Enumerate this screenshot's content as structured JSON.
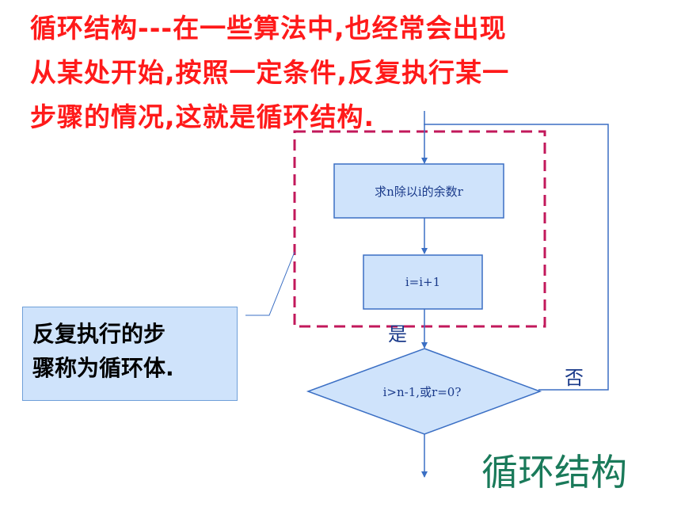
{
  "title": {
    "line1": "循环结构---在一些算法中,也经常会出现",
    "line2": "从某处开始,按照一定条件,反复执行某一",
    "line3": "步骤的情况,这就是循环结构."
  },
  "flowchart": {
    "process1": "求n除以i的余数r",
    "process2": "i=i+1",
    "decision": "i>n-1,或r=0?",
    "yes_label": "是",
    "no_label": "否"
  },
  "callout": {
    "line1": "反复执行的步",
    "line2": "骤称为循环体."
  },
  "caption": "循环结构",
  "colors": {
    "title": "#ff1a1a",
    "box_fill": "#cfe3fb",
    "box_stroke": "#3b6fc4",
    "loop_dashed": "#c2185b",
    "caption": "#1a7a5a"
  }
}
